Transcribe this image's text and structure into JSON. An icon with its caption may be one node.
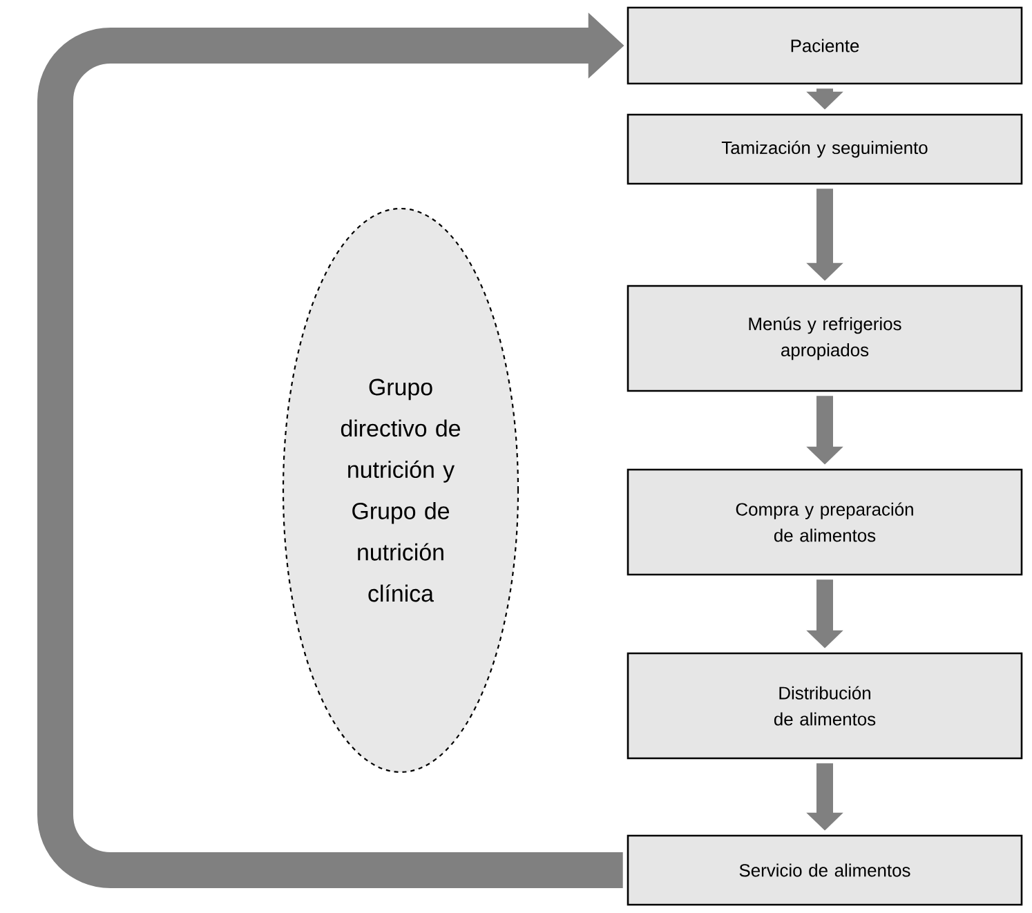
{
  "diagram": {
    "nodes": [
      {
        "text": [
          "Paciente"
        ]
      },
      {
        "text": [
          "Tamización y seguimiento"
        ]
      },
      {
        "text": [
          "Menús y refrigerios apropiados"
        ]
      },
      {
        "text": [
          "Compra y preparación de alimentos"
        ]
      },
      {
        "text": [
          "Distribución de alimentos"
        ]
      },
      {
        "text": [
          "Servicio de alimentos"
        ]
      },
      {
        "text": [
          "Grupo directivo de nutrición y Grupo de nutrición clínica"
        ]
      }
    ],
    "edges": [
      {
        "from": 0,
        "to": 1,
        "arrow": "to"
      },
      {
        "from": 1,
        "to": 2,
        "arrow": "to"
      },
      {
        "from": 2,
        "to": 3,
        "arrow": "to"
      },
      {
        "from": 3,
        "to": 4,
        "arrow": "to"
      },
      {
        "from": 4,
        "to": 5,
        "arrow": "to"
      },
      {
        "from": 5,
        "to": 0,
        "arrow": "to",
        "style": "thick"
      }
    ]
  }
}
